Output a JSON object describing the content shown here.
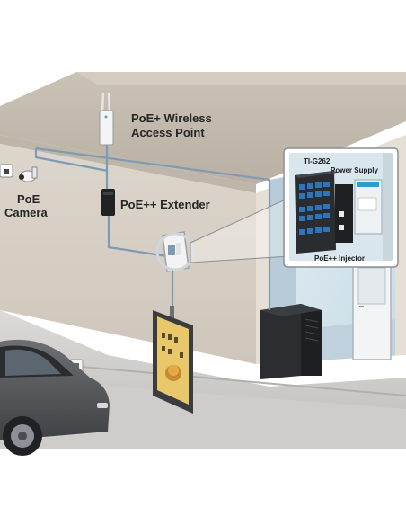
{
  "labels": {
    "access_point_line1": "PoE+ Wireless",
    "access_point_line2": "Access Point",
    "camera_line1": "PoE",
    "camera_line2": "Camera",
    "extender": "PoE++ Extender",
    "switch_model": "TI-G262",
    "power_supply": "Power Supply",
    "injector": "PoE++ Injector"
  },
  "colors": {
    "cable": "#7f9bb3",
    "wall": "#d8d0c6",
    "ground": "#c9c7c4",
    "room": "#d3e3ec",
    "sign": "#e8c86a"
  }
}
